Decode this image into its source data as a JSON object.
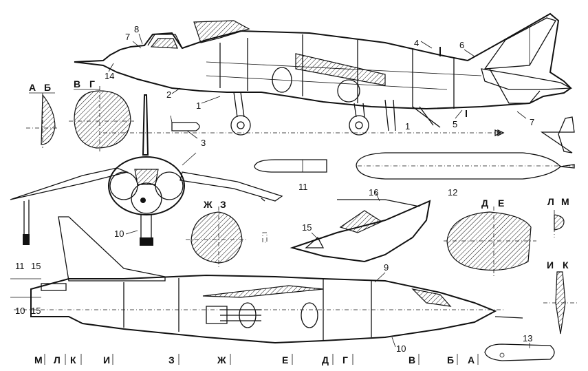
{
  "callouts": {
    "c1a": "1",
    "c1b": "1",
    "c2": "2",
    "c3": "3",
    "c4": "4",
    "c5": "5",
    "c6": "6",
    "c7a": "7",
    "c7b": "7",
    "c8": "8",
    "c9": "9",
    "c10a": "10",
    "c10b": "10",
    "c10c": "10",
    "c11a": "11",
    "c11b": "11",
    "c12": "12",
    "c13": "13",
    "c14": "14",
    "c15a": "15",
    "c15b": "15",
    "c15c": "15",
    "c16": "16"
  },
  "section_labels": {
    "a": "А",
    "b": "Б",
    "v": "В",
    "g": "Г",
    "zh": "Ж",
    "z": "З",
    "d": "Д",
    "e": "Е",
    "l": "Л",
    "m": "М",
    "i": "И",
    "k": "К"
  },
  "stations": [
    "М",
    "Л",
    "К",
    "И",
    "З",
    "Ж",
    "Е",
    "Д",
    "Г",
    "В",
    "Б",
    "А"
  ]
}
